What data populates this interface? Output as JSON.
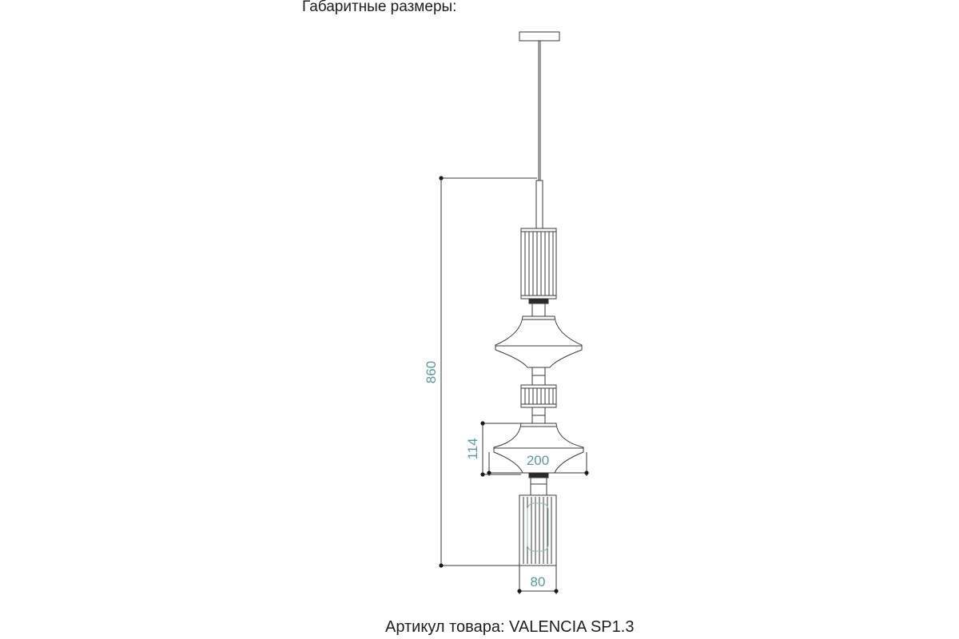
{
  "header": {
    "title": "Габаритные размеры:"
  },
  "dimensions": {
    "total_height": "860",
    "shade_height": "114",
    "shade_width": "200",
    "base_width": "80"
  },
  "footer": {
    "article_label": "Артикул товара: VALENCIA SP1.3"
  },
  "colors": {
    "line": "#3a3a3a",
    "dimension_text": "#5a9a9a",
    "dimension_dot": "#1a1a1a",
    "text": "#1e1e1e"
  }
}
